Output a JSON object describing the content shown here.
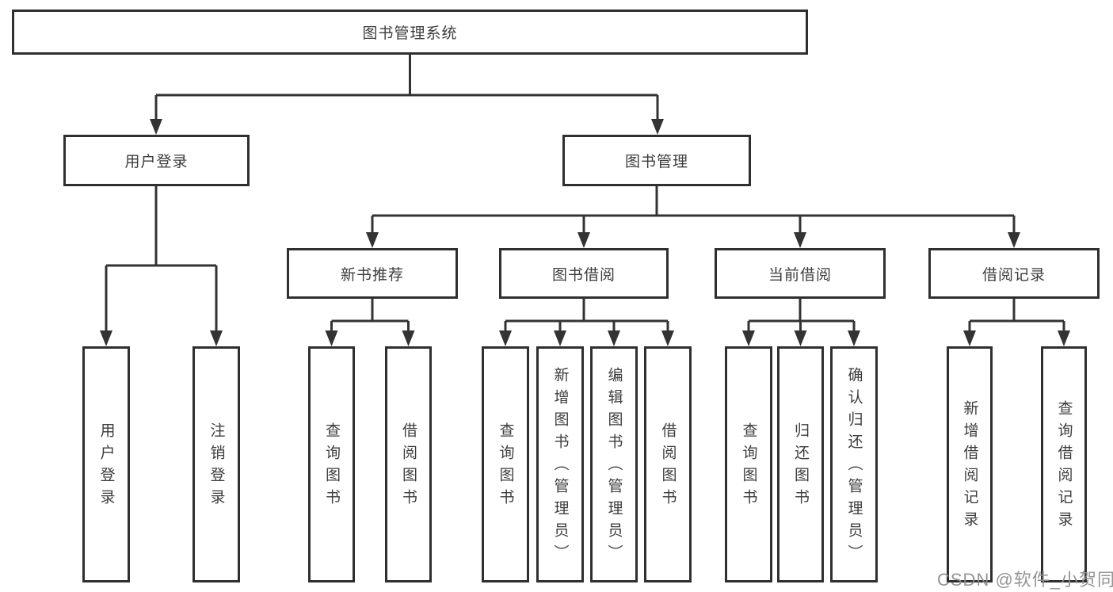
{
  "watermark": {
    "text": "CSDN @软件_小贺同学",
    "color": "#8f8f8f"
  },
  "colors": {
    "line": "#333333",
    "box_border": "#2f2f2f",
    "text": "#3d3d3d",
    "background": "#ffffff"
  },
  "nodes": {
    "root": "图书管理系统",
    "user_login": "用户登录",
    "book_management": "图书管理",
    "new_book_recommend": "新书推荐",
    "book_borrowing": "图书借阅",
    "current_borrowing": "当前借阅",
    "borrowing_records": "借阅记录",
    "leaf_user_login": "用户登录",
    "leaf_logout": "注销登录",
    "leaf_query_book_recommend": "查询图书",
    "leaf_borrow_book_recommend": "借阅图书",
    "leaf_query_book_borrowing": "查询图书",
    "leaf_add_book_admin": "新增图书（管理员）",
    "leaf_edit_book_admin": "编辑图书（管理员）",
    "leaf_borrow_book_borrowing": "借阅图书",
    "leaf_query_book_current": "查询图书",
    "leaf_return_book": "归还图书",
    "leaf_confirm_return_admin": "确认归还（管理员）",
    "leaf_add_borrow_record": "新增借阅记录",
    "leaf_query_borrow_record": "查询借阅记录"
  },
  "hierarchy": {
    "图书管理系统": [
      "用户登录",
      "图书管理"
    ],
    "用户登录": [
      "用户登录",
      "注销登录"
    ],
    "图书管理": [
      "新书推荐",
      "图书借阅",
      "当前借阅",
      "借阅记录"
    ],
    "新书推荐": [
      "查询图书",
      "借阅图书"
    ],
    "图书借阅": [
      "查询图书",
      "新增图书（管理员）",
      "编辑图书（管理员）",
      "借阅图书"
    ],
    "当前借阅": [
      "查询图书",
      "归还图书",
      "确认归还（管理员）"
    ],
    "借阅记录": [
      "新增借阅记录",
      "查询借阅记录"
    ]
  }
}
